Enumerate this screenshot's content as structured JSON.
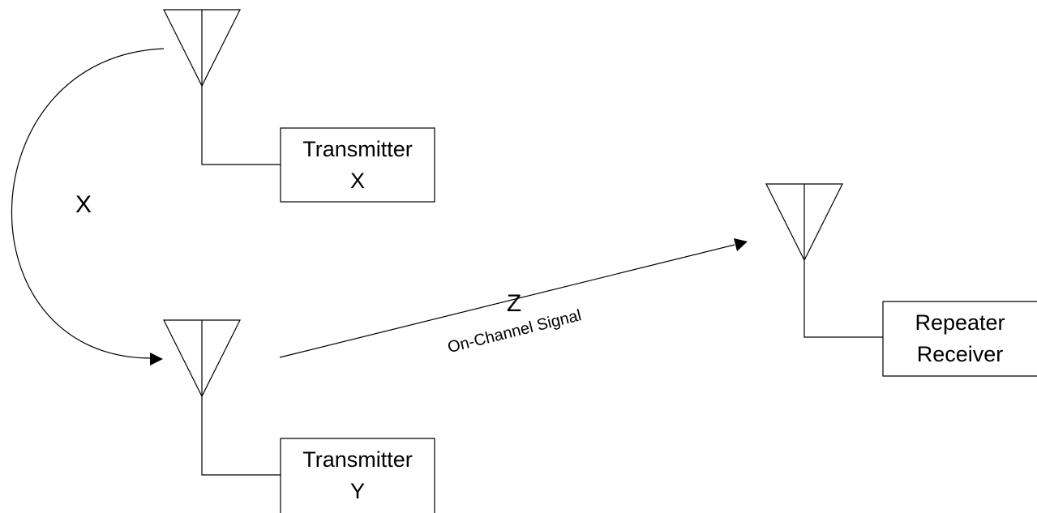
{
  "colors": {
    "line": "#000000",
    "background": "#ffffff"
  },
  "transmitter_x": {
    "line1": "Transmitter",
    "line2": "X"
  },
  "transmitter_y": {
    "line1": "Transmitter",
    "line2": "Y"
  },
  "repeater": {
    "line1": "Repeater",
    "line2": "Receiver"
  },
  "arc_label": "X",
  "signal_label": "Z",
  "signal_caption": "On-Channel Signal",
  "icons": [
    "antenna-icon",
    "arrowhead-icon"
  ]
}
